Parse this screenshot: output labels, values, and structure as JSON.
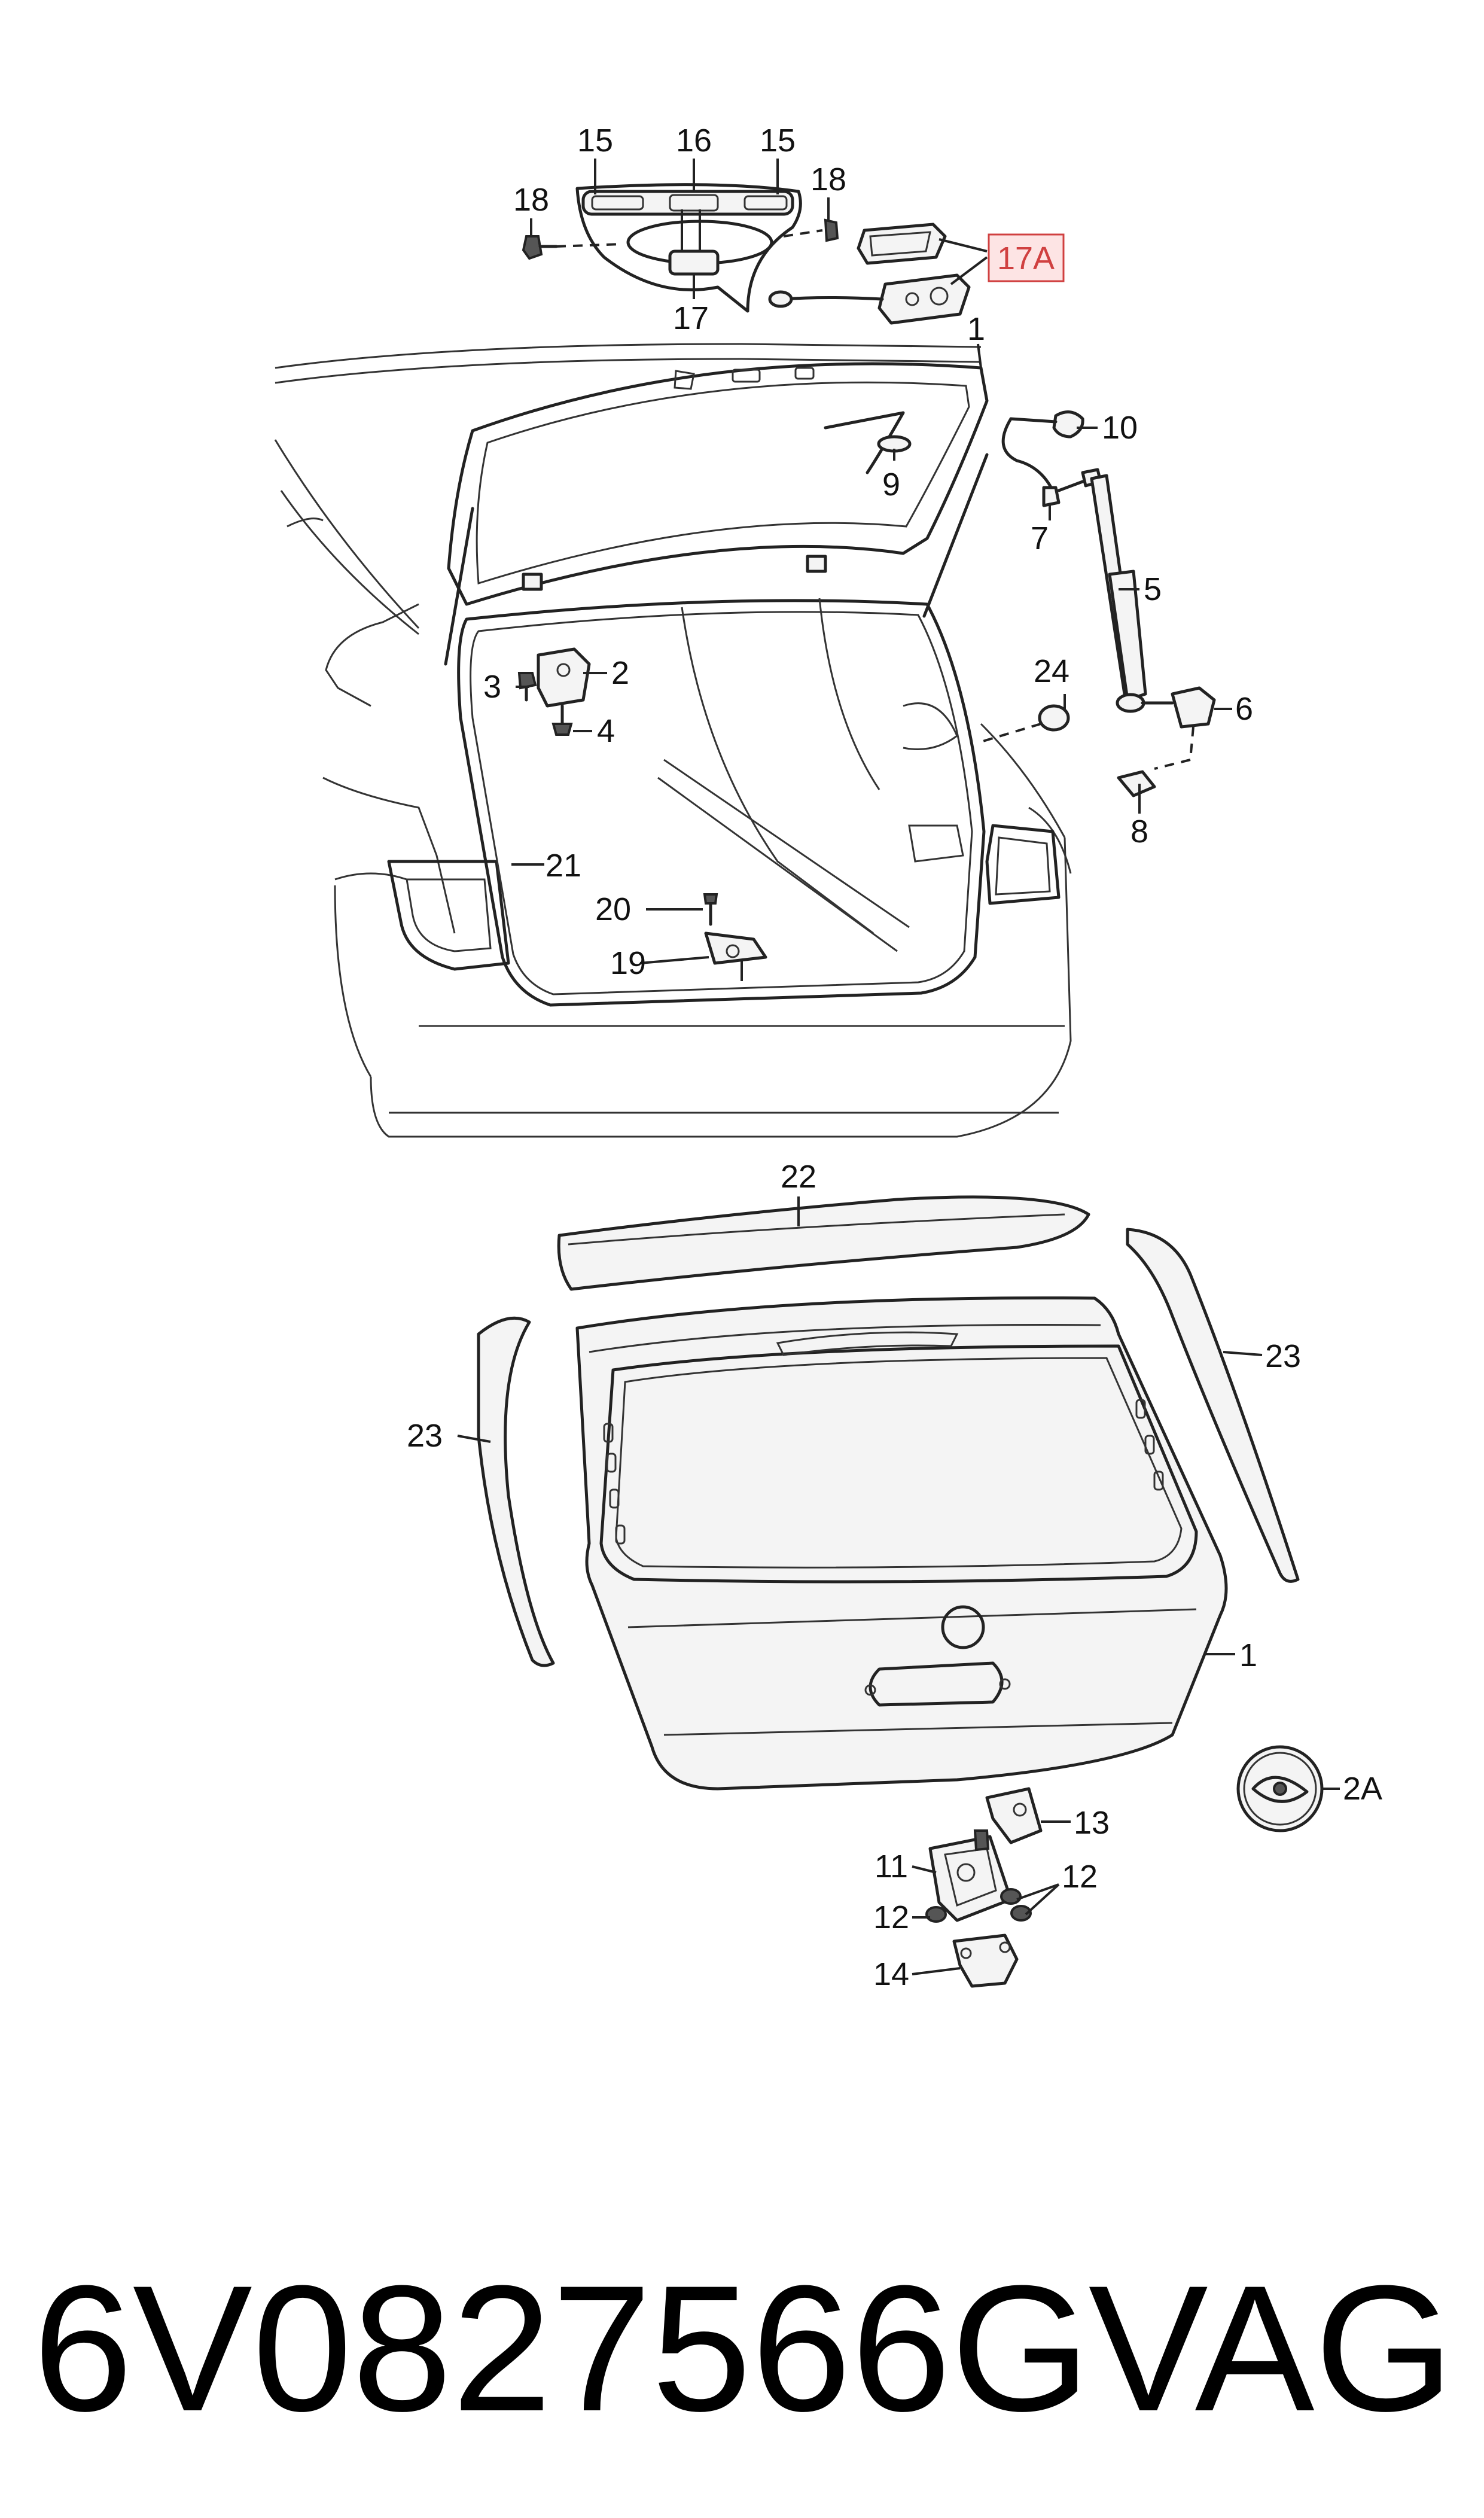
{
  "callouts": {
    "c1_top": "1",
    "c1_bottom": "1",
    "c2": "2",
    "c2a": "2A",
    "c3": "3",
    "c4": "4",
    "c5": "5",
    "c6": "6",
    "c7": "7",
    "c8": "8",
    "c9": "9",
    "c10": "10",
    "c11": "11",
    "c12_right": "12",
    "c12_left": "12",
    "c13": "13",
    "c14": "14",
    "c15_left": "15",
    "c15_right": "15",
    "c16": "16",
    "c17": "17",
    "c17a": "17A",
    "c18_left": "18",
    "c18_right": "18",
    "c19": "19",
    "c20": "20",
    "c21": "21",
    "c22": "22",
    "c23_left": "23",
    "c23_right": "23",
    "c24": "24"
  },
  "footer": {
    "part_number": "6V0827566G",
    "brand": "VAG"
  },
  "colors": {
    "line": "#222222",
    "highlight_fill": "#fde4e4",
    "highlight_stroke": "#d04040"
  }
}
